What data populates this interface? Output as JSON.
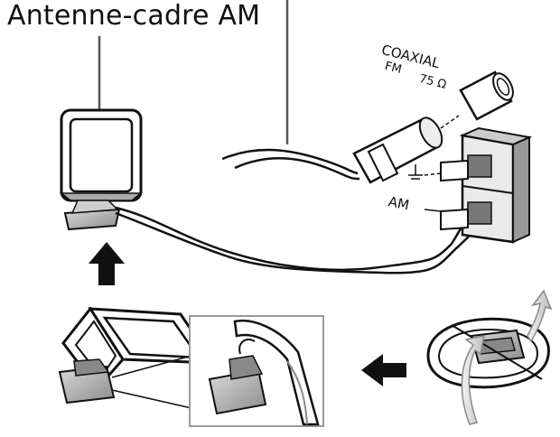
{
  "labels": {
    "title": "Antenne-cadre AM",
    "coaxial": "COAXIAL",
    "fm": "FM",
    "ohm": "75 Ω",
    "am": "AM"
  },
  "colors": {
    "ink": "#111111",
    "gray": "#808080",
    "light_gray": "#bdbdbd",
    "background": "#ffffff"
  },
  "icons": {
    "up_arrow": "arrow-up-icon",
    "left_arrow": "arrow-left-icon",
    "rotate_arrow": "rotate-arrow-icon"
  }
}
